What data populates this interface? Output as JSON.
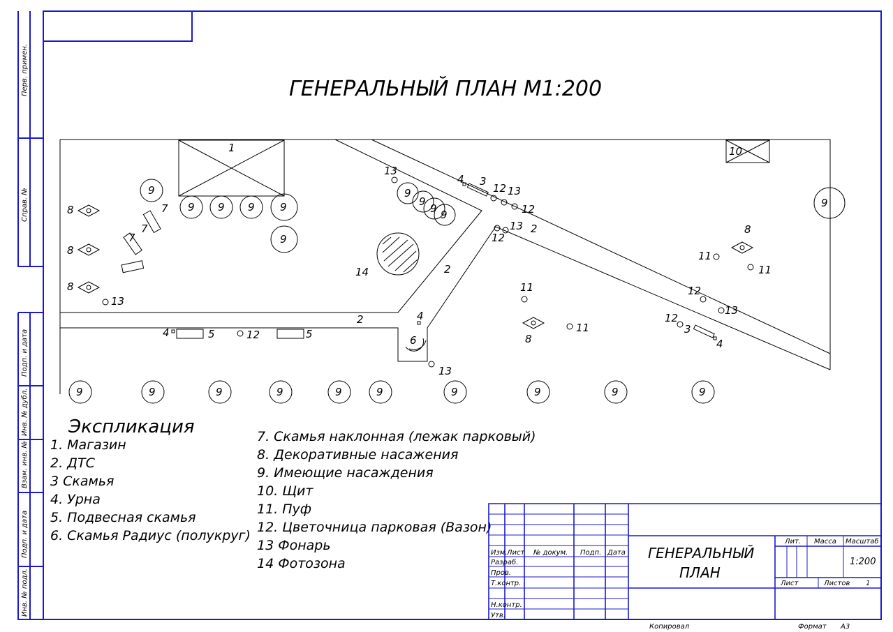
{
  "title": "ГЕНЕРАЛЬНЫЙ ПЛАН М1:200",
  "side_labels": [
    "Перв. примен.",
    "Справ. №",
    "Подп. и дата",
    "Инв. № дубл.",
    "Взам. инв. №",
    "Подп. и дата",
    "Инв. № подл."
  ],
  "legend": {
    "heading": "Экспликация",
    "left": [
      "1. Магазин",
      "2. ДТС",
      "3 Скамья",
      "4. Урна",
      "5. Подвесная скамья",
      "6. Скамья Радиус (полукруг)"
    ],
    "right": [
      "7. Скамья наклонная (лежак парковый)",
      "8. Декоративные насажения",
      "9. Имеющие насаждения",
      "10. Щит",
      "11. Пуф",
      "12. Цветочница парковая (Вазон)",
      "13 Фонарь",
      "14 Фотозона"
    ]
  },
  "title_block": {
    "headers": [
      "Изм.",
      "Лист",
      "№ докум.",
      "Подп.",
      "Дата"
    ],
    "roles": [
      "Разраб.",
      "Пров.",
      "Т.контр.",
      "Н.контр.",
      "Утв."
    ],
    "name_line1": "ГЕНЕРАЛЬНЫЙ",
    "name_line2": "ПЛАН",
    "lit": "Лит.",
    "mass": "Масса",
    "scale_label": "Масштаб",
    "scale_value": "1:200",
    "sheet": "Лист",
    "sheets": "Листов",
    "sheets_value": "1",
    "copied": "Копировал",
    "format": "Формат",
    "format_value": "А3"
  },
  "plan_labels": {
    "n1": "1",
    "n2": "2",
    "n3": "3",
    "n4": "4",
    "n5": "5",
    "n6": "6",
    "n7": "7",
    "n8": "8",
    "n9": "9",
    "n10": "10",
    "n11": "11",
    "n12": "12",
    "n13": "13",
    "n14": "14"
  }
}
